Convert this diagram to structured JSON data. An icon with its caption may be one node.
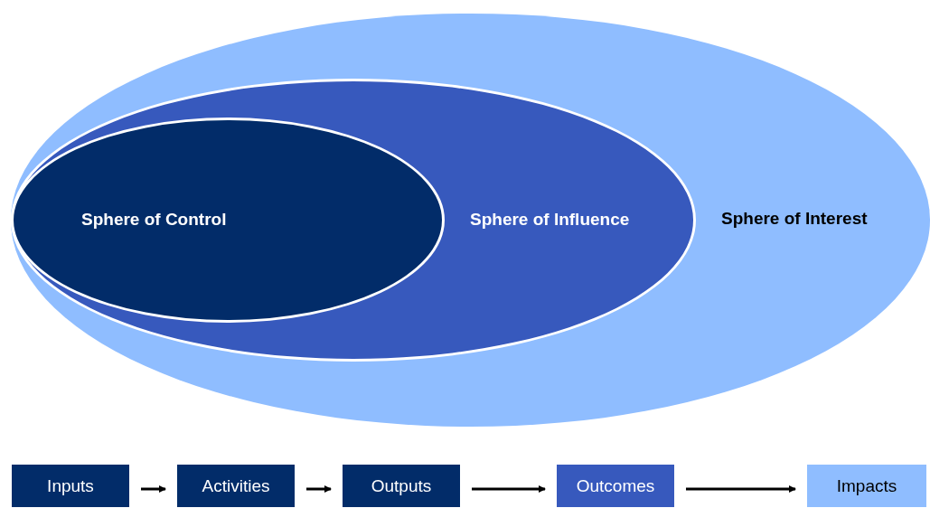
{
  "diagram": {
    "nodes": [
      {
        "text": [
          "Sphere of Interest"
        ]
      },
      {
        "text": [
          "Sphere of Influence"
        ],
        "in": 0
      },
      {
        "text": [
          "Sphere of Control"
        ],
        "in": 1
      },
      {
        "text": [
          "Inputs"
        ]
      },
      {
        "text": [
          "Activities"
        ]
      },
      {
        "text": [
          "Outputs"
        ]
      },
      {
        "text": [
          "Outcomes"
        ]
      },
      {
        "text": [
          "Impacts"
        ]
      }
    ],
    "edges": [
      {
        "from": 3,
        "to": 4,
        "arrow": "to"
      },
      {
        "from": 4,
        "to": 5,
        "arrow": "to"
      },
      {
        "from": 5,
        "to": 6,
        "arrow": "to"
      },
      {
        "from": 6,
        "to": 7,
        "arrow": "to"
      }
    ]
  }
}
